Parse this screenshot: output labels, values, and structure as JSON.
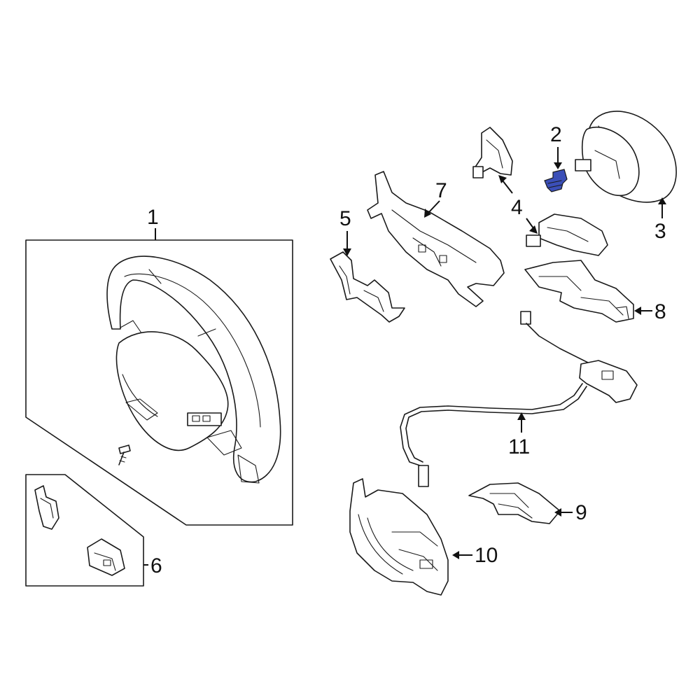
{
  "diagram": {
    "callouts": [
      {
        "id": "1",
        "label": "1"
      },
      {
        "id": "2",
        "label": "2"
      },
      {
        "id": "3",
        "label": "3"
      },
      {
        "id": "4",
        "label": "4"
      },
      {
        "id": "5",
        "label": "5"
      },
      {
        "id": "6",
        "label": "6"
      },
      {
        "id": "7",
        "label": "7"
      },
      {
        "id": "8",
        "label": "8"
      },
      {
        "id": "9",
        "label": "9"
      },
      {
        "id": "10",
        "label": "10"
      },
      {
        "id": "11",
        "label": "11"
      }
    ],
    "highlight_color": "#3b4fb8",
    "line_color": "#1a1a1a"
  }
}
